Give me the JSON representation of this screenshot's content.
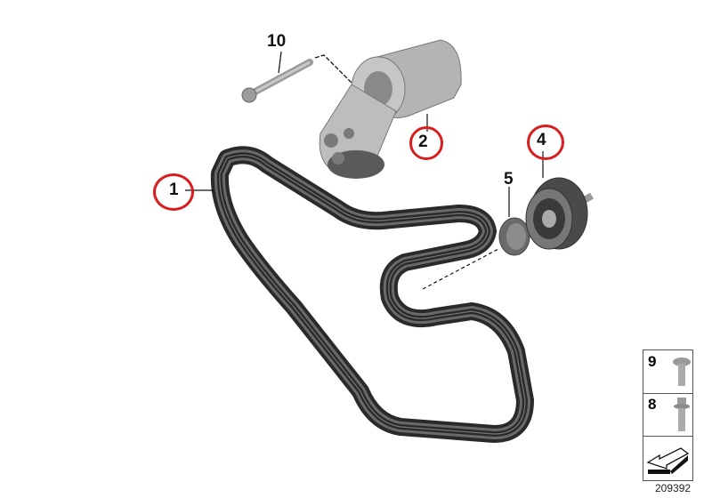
{
  "callouts": {
    "belt": "1",
    "tensioner": "2",
    "idler_pulley": "4",
    "cap": "5",
    "bolt": "10"
  },
  "highlighted_callouts": [
    "1",
    "2",
    "4"
  ],
  "highlight_color": "#d81e1e",
  "kit_box": {
    "items": [
      {
        "number": "9",
        "icon": "countersunk-screw-icon"
      },
      {
        "number": "8",
        "icon": "flange-bolt-icon"
      }
    ],
    "arrow_icon": "direction-arrow-icon"
  },
  "diagram_id": "209392"
}
